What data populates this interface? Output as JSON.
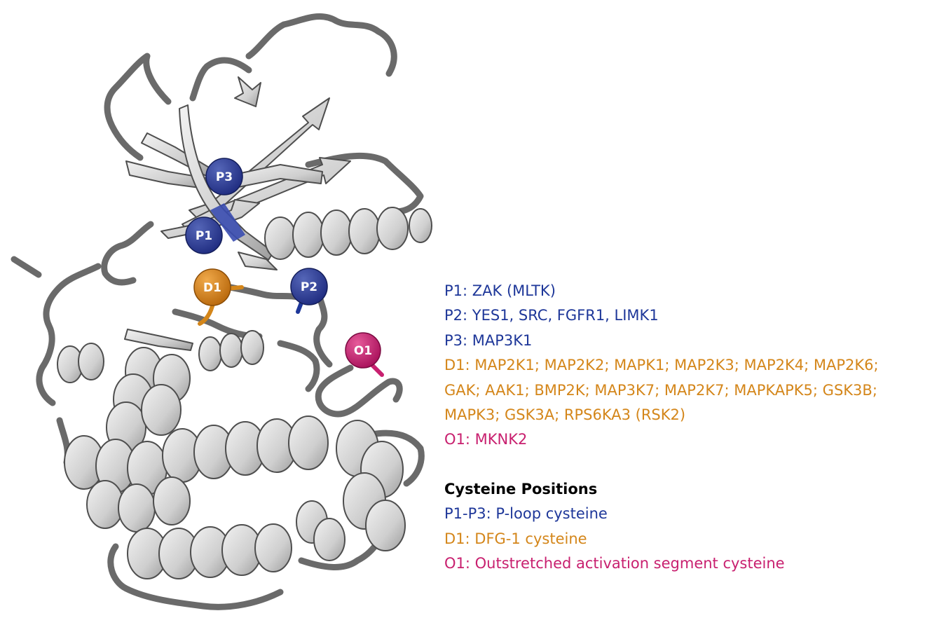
{
  "colors": {
    "p_loop": "#1e3799",
    "dfg": "#d4861a",
    "outstretched": "#c8206f",
    "ribbon": "#d2d2d2",
    "ribbon_edge": "#5a5a5a"
  },
  "markers": [
    {
      "id": "P3",
      "label": "P3",
      "group": "p_loop"
    },
    {
      "id": "P1",
      "label": "P1",
      "group": "p_loop"
    },
    {
      "id": "D1",
      "label": "D1",
      "group": "dfg"
    },
    {
      "id": "P2",
      "label": "P2",
      "group": "p_loop"
    },
    {
      "id": "O1",
      "label": "O1",
      "group": "outstretched"
    }
  ],
  "legend": {
    "assignments": [
      {
        "text": "P1: ZAK (MLTK)",
        "group": "p_loop"
      },
      {
        "text": "P2: YES1, SRC, FGFR1, LIMK1",
        "group": "p_loop"
      },
      {
        "text": "P3: MAP3K1",
        "group": "p_loop"
      },
      {
        "text": "D1: MAP2K1; MAP2K2; MAPK1; MAP2K3; MAP2K4; MAP2K6;",
        "group": "dfg"
      },
      {
        "text": "GAK; AAK1; BMP2K; MAP3K7; MAP2K7; MAPKAPK5; GSK3B;",
        "group": "dfg"
      },
      {
        "text": "MAPK3; GSK3A; RPS6KA3 (RSK2)",
        "group": "dfg"
      },
      {
        "text": "O1: MKNK2",
        "group": "outstretched"
      }
    ],
    "positions_title": "Cysteine Positions",
    "positions": [
      {
        "text": "P1-P3: P-loop cysteine",
        "group": "p_loop"
      },
      {
        "text": "D1: DFG-1 cysteine",
        "group": "dfg"
      },
      {
        "text": "O1: Outstretched activation segment cysteine",
        "group": "outstretched"
      }
    ]
  }
}
